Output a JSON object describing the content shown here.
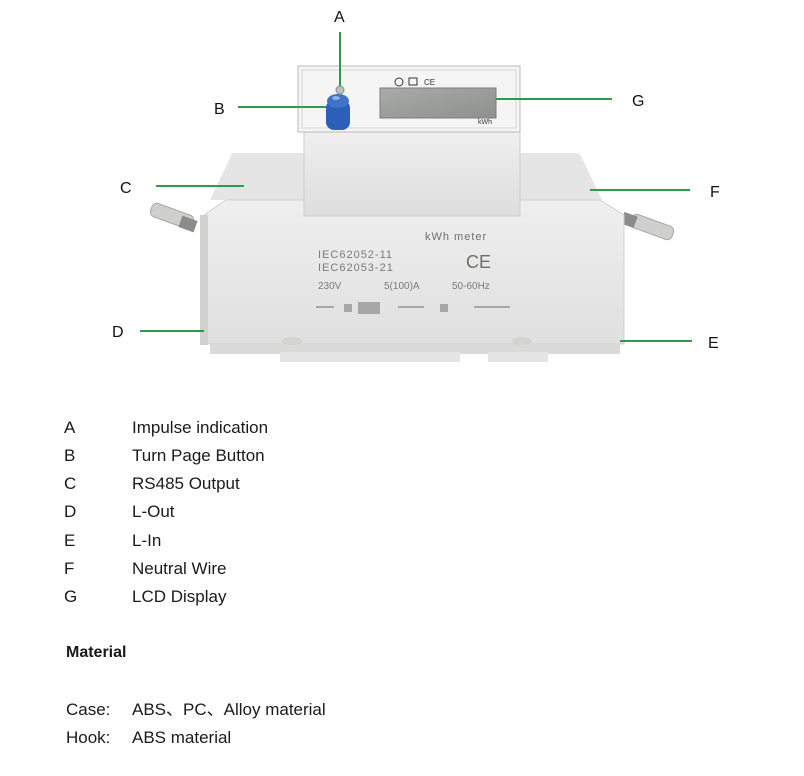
{
  "callouts": {
    "A": "A",
    "B": "B",
    "C": "C",
    "D": "D",
    "E": "E",
    "F": "F",
    "G": "G"
  },
  "device_text": {
    "front_title": "kWh  meter",
    "standard_1": "IEC62052-11",
    "standard_2": "IEC62053-21",
    "ce_mark": "CE",
    "voltage": "230V",
    "current": "5(100)A",
    "frequency": "50-60Hz",
    "lcd_unit": "kWh",
    "top_ce": "CE"
  },
  "legend": [
    {
      "key": "A",
      "desc": "Impulse indication"
    },
    {
      "key": "B",
      "desc": "Turn Page Button"
    },
    {
      "key": "C",
      "desc": "RS485 Output"
    },
    {
      "key": "D",
      "desc": "L-Out"
    },
    {
      "key": "E",
      "desc": "L-In"
    },
    {
      "key": "F",
      "desc": "Neutral Wire"
    },
    {
      "key": "G",
      "desc": "LCD Display"
    }
  ],
  "material": {
    "title": "Material",
    "rows": [
      {
        "key": "Case:",
        "value": "ABS、PC、Alloy material"
      },
      {
        "key": "Hook:",
        "value": "ABS material"
      }
    ]
  },
  "colors": {
    "leader": "#2f9a4a",
    "button": "#2c5fb8",
    "body": "#e9eae9",
    "lcd": "#9fa19e"
  }
}
